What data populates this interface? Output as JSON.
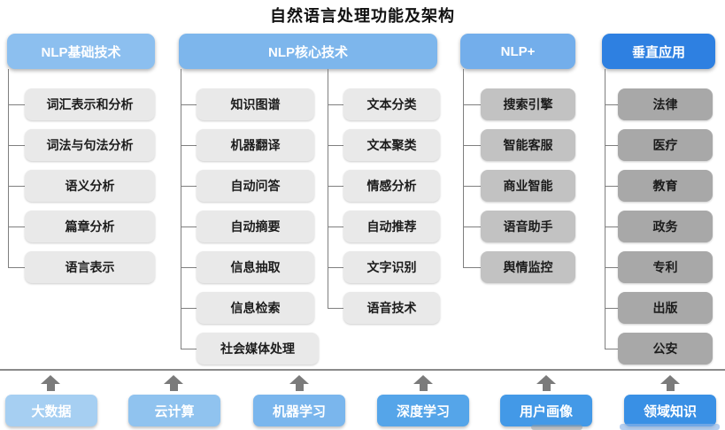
{
  "title": "自然语言处理功能及架构",
  "columns": [
    {
      "header": "NLP基础技术",
      "items": [
        "词汇表示和分析",
        "词法与句法分析",
        "语义分析",
        "篇章分析",
        "语言表示"
      ]
    },
    {
      "header": "NLP核心技术",
      "items_left": [
        "知识图谱",
        "机器翻译",
        "自动问答",
        "自动摘要",
        "信息抽取",
        "信息检索",
        "社会媒体处理"
      ],
      "items_right": [
        "文本分类",
        "文本聚类",
        "情感分析",
        "自动推荐",
        "文字识别",
        "语音技术"
      ]
    },
    {
      "header": "NLP+",
      "items": [
        "搜索引擎",
        "智能客服",
        "商业智能",
        "语音助手",
        "舆情监控"
      ]
    },
    {
      "header": "垂直应用",
      "items": [
        "法律",
        "医疗",
        "教育",
        "政务",
        "专利",
        "出版",
        "公安"
      ]
    }
  ],
  "foundation": {
    "items": [
      "大数据",
      "云计算",
      "机器学习",
      "深度学习",
      "用户画像",
      "领域知识"
    ]
  },
  "colors": {
    "header_blues": [
      "#8cbfef",
      "#7db6ec",
      "#73aeeb",
      "#2e80e1"
    ],
    "item_light_gray": "#e9e9e9",
    "item_mid_gray": "#c2c2c2",
    "item_dark_gray": "#a8a8a8",
    "foundation_blues": [
      "#a6cff2",
      "#90c3ef",
      "#7ab6ed",
      "#55a5e9",
      "#4399e7",
      "#3990e5"
    ],
    "connector_gray": "#7f7f7f",
    "arrow_gray": "#7b7b7b",
    "separator_gray": "#8a8a8a"
  }
}
